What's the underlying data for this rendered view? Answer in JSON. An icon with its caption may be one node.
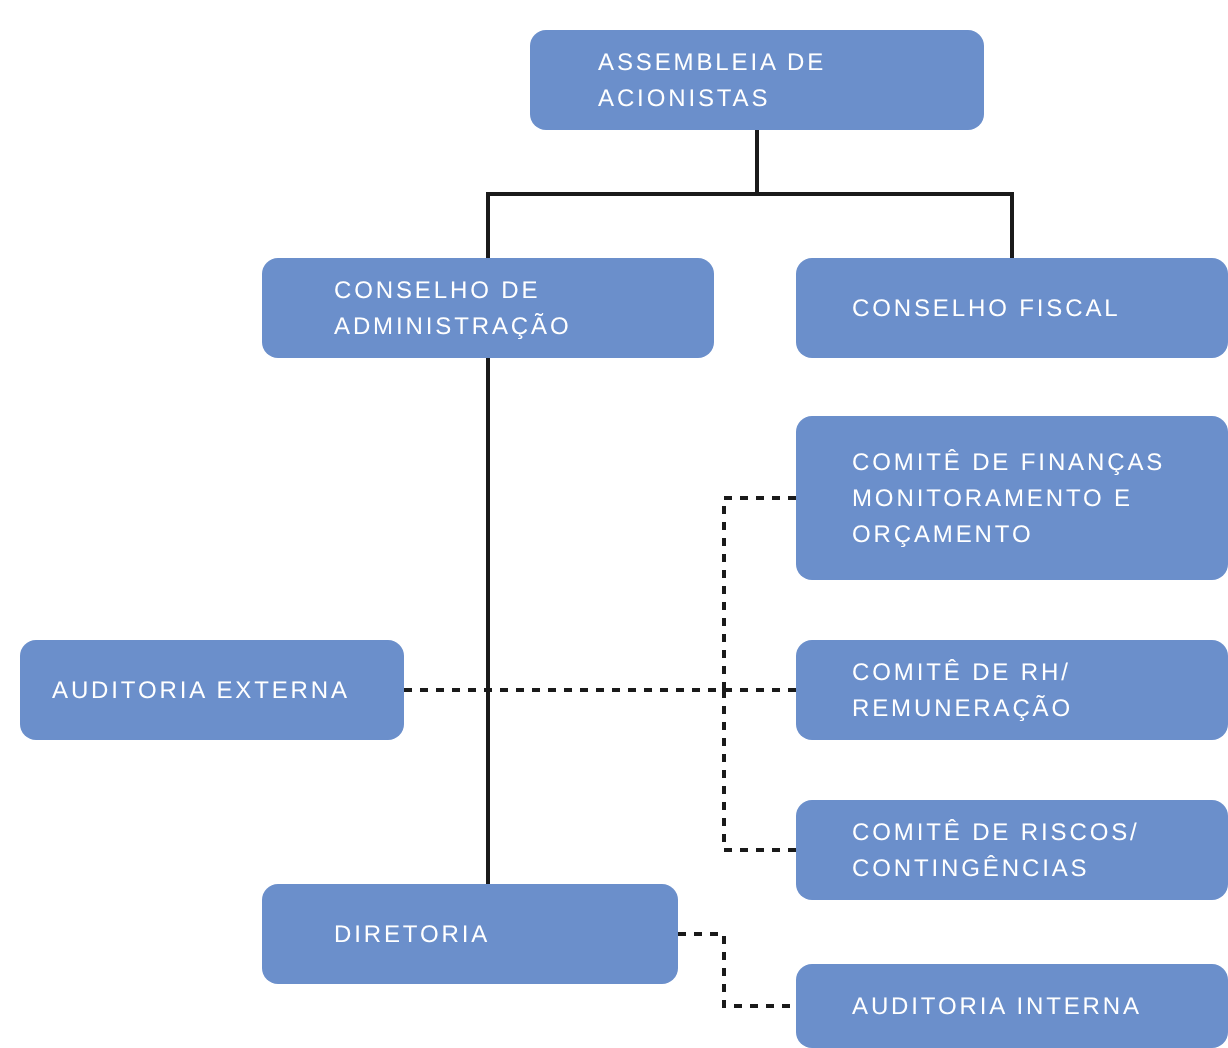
{
  "diagram": {
    "nodes": [
      {
        "text": [
          "ASSEMBLEIA DE ACIONISTAS"
        ]
      },
      {
        "text": [
          "CONSELHO DE ADMINISTRAÇÃO"
        ]
      },
      {
        "text": [
          "CONSELHO FISCAL"
        ]
      },
      {
        "text": [
          "COMITÊ DE FINANÇAS MONITORAMENTO E ORÇAMENTO"
        ]
      },
      {
        "text": [
          "AUDITORIA EXTERNA"
        ]
      },
      {
        "text": [
          "COMITÊ DE RH/ REMUNERAÇÃO"
        ]
      },
      {
        "text": [
          "COMITÊ DE RISCOS/ CONTINGÊNCIAS"
        ]
      },
      {
        "text": [
          "DIRETORIA"
        ]
      },
      {
        "text": [
          "AUDITORIA INTERNA"
        ]
      }
    ],
    "edges": [
      {
        "from": 0,
        "to": 1,
        "arrow": "none"
      },
      {
        "from": 0,
        "to": 2,
        "arrow": "none"
      },
      {
        "from": 1,
        "to": 7,
        "arrow": "none"
      },
      {
        "from": 4,
        "to": 3,
        "arrow": "none",
        "style": "dashed"
      },
      {
        "from": 4,
        "to": 5,
        "arrow": "none",
        "style": "dashed"
      },
      {
        "from": 4,
        "to": 6,
        "arrow": "none",
        "style": "dashed"
      },
      {
        "from": 7,
        "to": 8,
        "arrow": "none",
        "style": "dashed"
      }
    ]
  }
}
